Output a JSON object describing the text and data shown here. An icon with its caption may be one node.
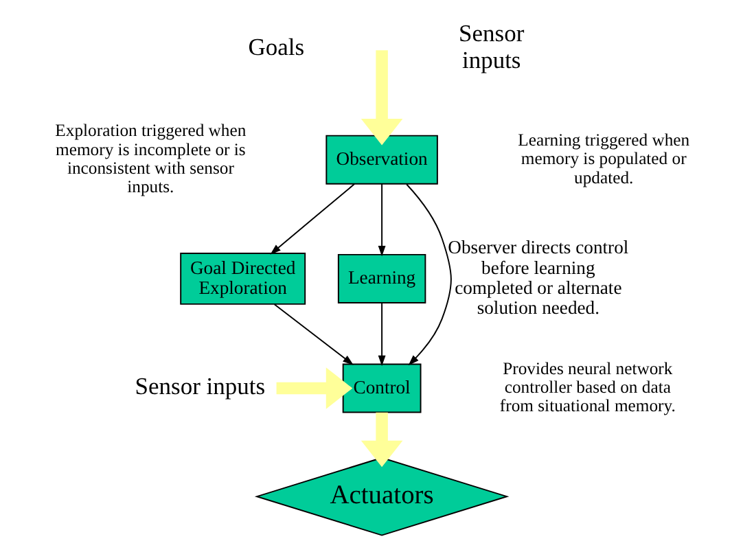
{
  "diagram": {
    "nodes": [
      {
        "text": [
          "Observation"
        ]
      },
      {
        "text": [
          "Goal Directed Exploration"
        ]
      },
      {
        "text": [
          "Learning"
        ]
      },
      {
        "text": [
          "Control"
        ]
      },
      {
        "text": [
          "Actuators"
        ]
      },
      {
        "text": [
          "Sensor inputs"
        ]
      }
    ],
    "edges": [
      {
        "from": null,
        "to": 0,
        "arrow": "to",
        "style": "thick",
        "color": "#ffff99"
      },
      {
        "from": 0,
        "to": 1,
        "arrow": "to"
      },
      {
        "from": 0,
        "to": 2,
        "arrow": "to"
      },
      {
        "from": 0,
        "to": 3,
        "arrow": "to",
        "label": "Observer directs control before learning completed or alternate solution needed."
      },
      {
        "from": 1,
        "to": 3,
        "arrow": "to"
      },
      {
        "from": 2,
        "to": 3,
        "arrow": "to"
      },
      {
        "from": 5,
        "to": 3,
        "arrow": "to",
        "style": "thick",
        "color": "#ffff99"
      },
      {
        "from": 3,
        "to": 4,
        "arrow": "to",
        "style": "thick",
        "color": "#ffff99"
      }
    ],
    "labels": [
      "Goals",
      "Sensor inputs",
      "Exploration triggered when memory is incomplete or is inconsistent with sensor inputs.",
      "Learning triggered when memory is populated or updated.",
      "Provides neural network controller based on data from situational memory."
    ]
  }
}
